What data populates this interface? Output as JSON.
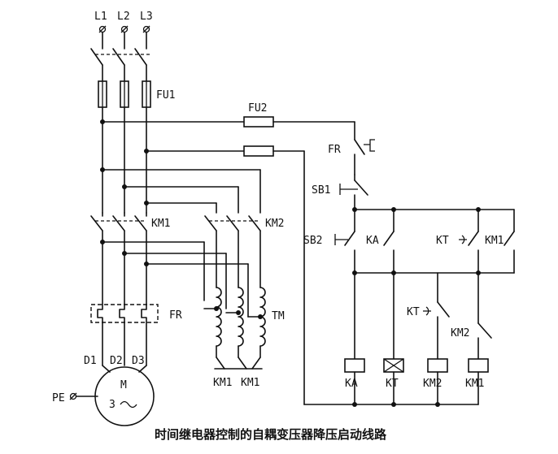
{
  "title": "时间继电器控制的自耦变压器降压启动线路",
  "labels": {
    "l1": "L1",
    "l2": "L2",
    "l3": "L3",
    "fu1": "FU1",
    "fu2": "FU2",
    "fr_ctrl": "FR",
    "fr_main": "FR",
    "sb1": "SB1",
    "sb2": "SB2",
    "ka_contact": "KA",
    "kt_contact_top": "KT",
    "km1_contact_top": "KM1",
    "km1_main": "KM1",
    "km2_main": "KM2",
    "tm": "TM",
    "kt_contact_mid": "KT",
    "km2_contact": "KM2",
    "coil_ka": "KA",
    "coil_kt": "KT",
    "coil_km2": "KM2",
    "coil_km1": "KM1",
    "tm_bottom_1": "KM1",
    "tm_bottom_2": "KM1",
    "d1": "D1",
    "d2": "D2",
    "d3": "D3",
    "motor_m": "M",
    "motor_phase": "3",
    "pe": "PE"
  },
  "colors": {
    "line": "#111111",
    "background": "#ffffff"
  }
}
